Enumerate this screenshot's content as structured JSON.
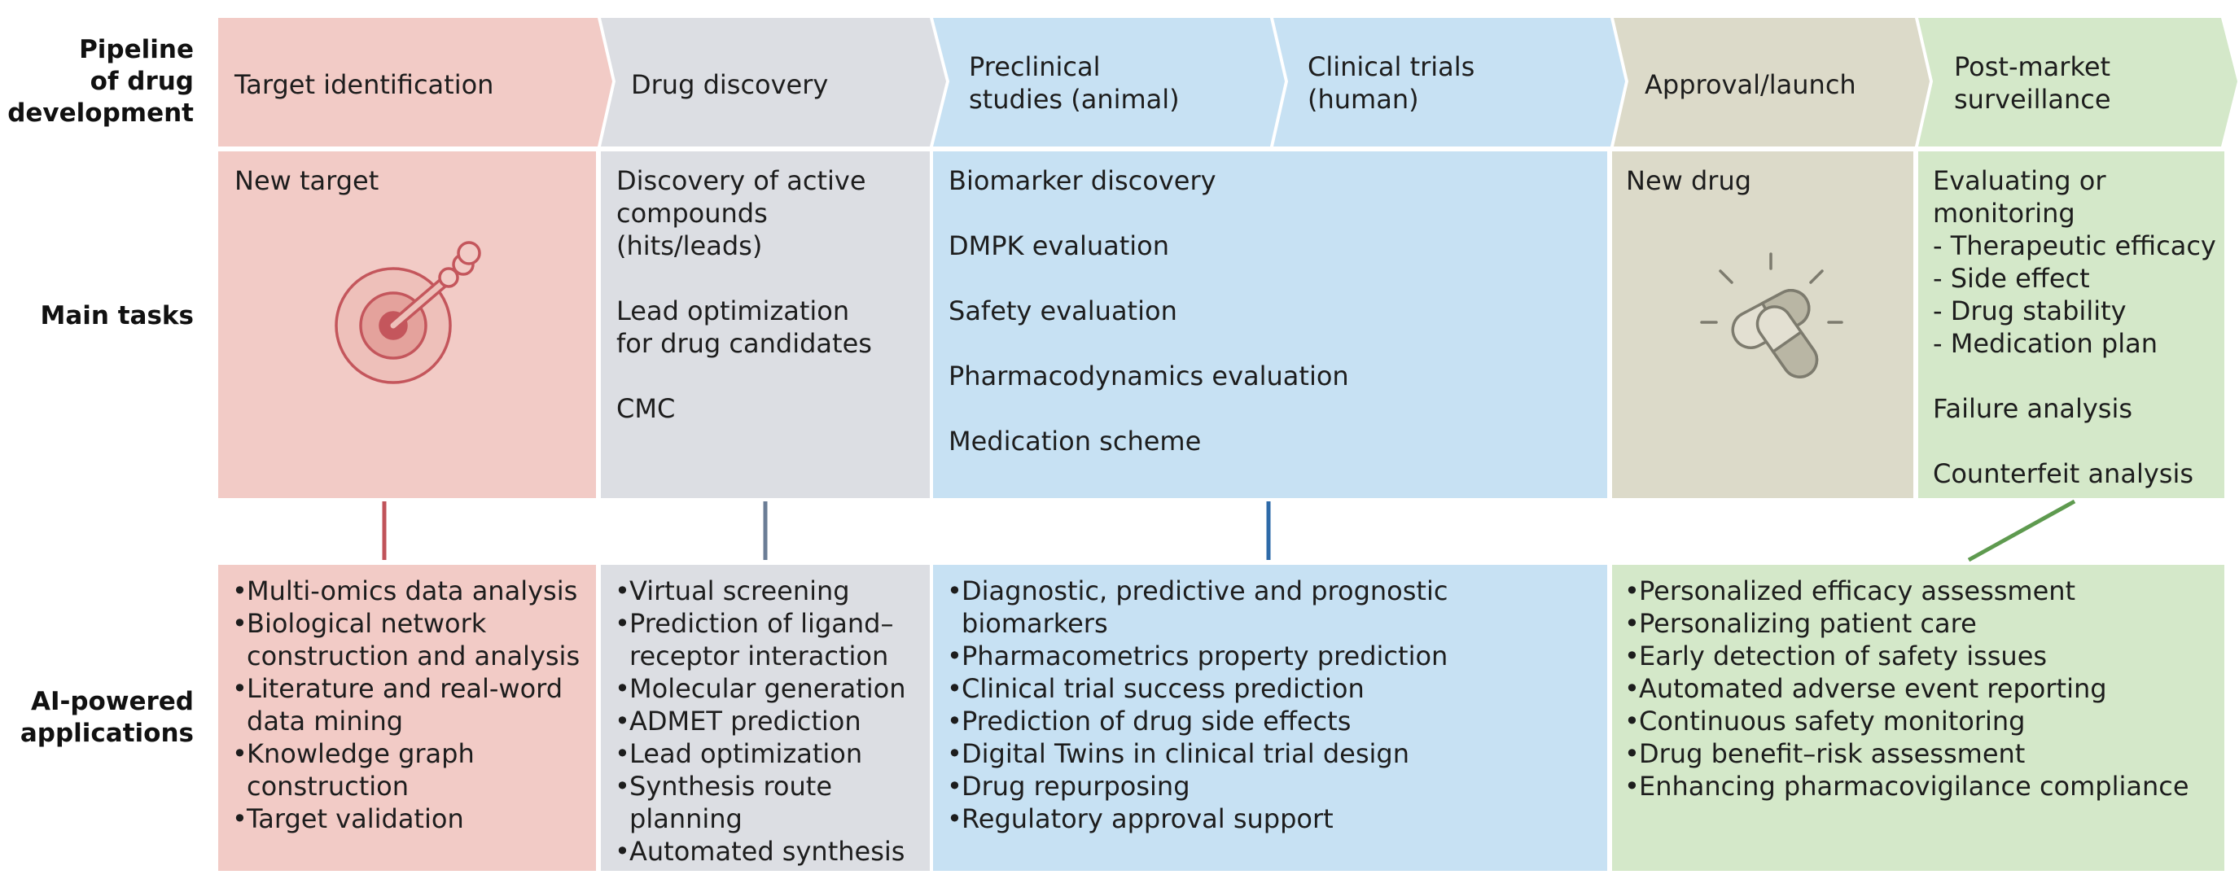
{
  "colors": {
    "target": "#f2cbc6",
    "discovery": "#dcdee3",
    "trials": "#c7e1f3",
    "approval": "#dcdac9",
    "post": "#d4e8c9",
    "connector_target": "#c0535a",
    "connector_discovery": "#6b7d96",
    "connector_trials": "#2e6aa8",
    "connector_post": "#5e9a4f"
  },
  "row_labels": {
    "pipeline": "Pipeline\nof drug\ndevelopment",
    "main_tasks": "Main tasks",
    "ai": "AI-powered\napplications"
  },
  "stages": [
    {
      "id": "target",
      "label": "Target identification"
    },
    {
      "id": "discovery",
      "label": "Drug discovery"
    },
    {
      "id": "preclinical",
      "label": "Preclinical\nstudies (animal)"
    },
    {
      "id": "clinical",
      "label": "Clinical trials\n(human)"
    },
    {
      "id": "approval",
      "label": "Approval/launch"
    },
    {
      "id": "post",
      "label": "Post-market\nsurveillance"
    }
  ],
  "tasks": {
    "target": [
      "New target"
    ],
    "discovery": [
      "Discovery of active\ncompounds\n(hits/leads)",
      "Lead optimization\nfor drug candidates",
      "CMC"
    ],
    "trials": [
      "Biomarker discovery",
      "DMPK evaluation",
      "Safety evaluation",
      "Pharmacodynamics evaluation",
      "Medication scheme"
    ],
    "approval": [
      "New drug"
    ],
    "post_intro": "Evaluating or\nmonitoring",
    "post_list": [
      "- Therapeutic efficacy",
      "- Side effect",
      "- Drug stability",
      "- Medication plan"
    ],
    "post_extra": [
      "Failure analysis",
      "Counterfeit analysis"
    ]
  },
  "ai": {
    "target": [
      "Multi-omics data analysis",
      "Biological network\nconstruction and analysis",
      "Literature and real-word\ndata mining",
      "Knowledge graph\nconstruction",
      "Target validation"
    ],
    "discovery": [
      "Virtual screening",
      "Prediction of ligand–\nreceptor interaction",
      "Molecular generation",
      "ADMET prediction",
      "Lead optimization",
      "Synthesis route\nplanning",
      "Automated synthesis"
    ],
    "trials": [
      "Diagnostic, predictive and prognostic\nbiomarkers",
      "Pharmacometrics property prediction",
      "Clinical trial success prediction",
      "Prediction of drug side effects",
      "Digital Twins in clinical trial design",
      "Drug repurposing",
      "Regulatory approval support"
    ],
    "post": [
      "Personalized efficacy assessment",
      "Personalizing patient care",
      "Early detection of safety issues",
      "Automated adverse event reporting",
      "Continuous safety monitoring",
      "Drug benefit–risk assessment",
      "Enhancing pharmacovigilance compliance"
    ]
  }
}
